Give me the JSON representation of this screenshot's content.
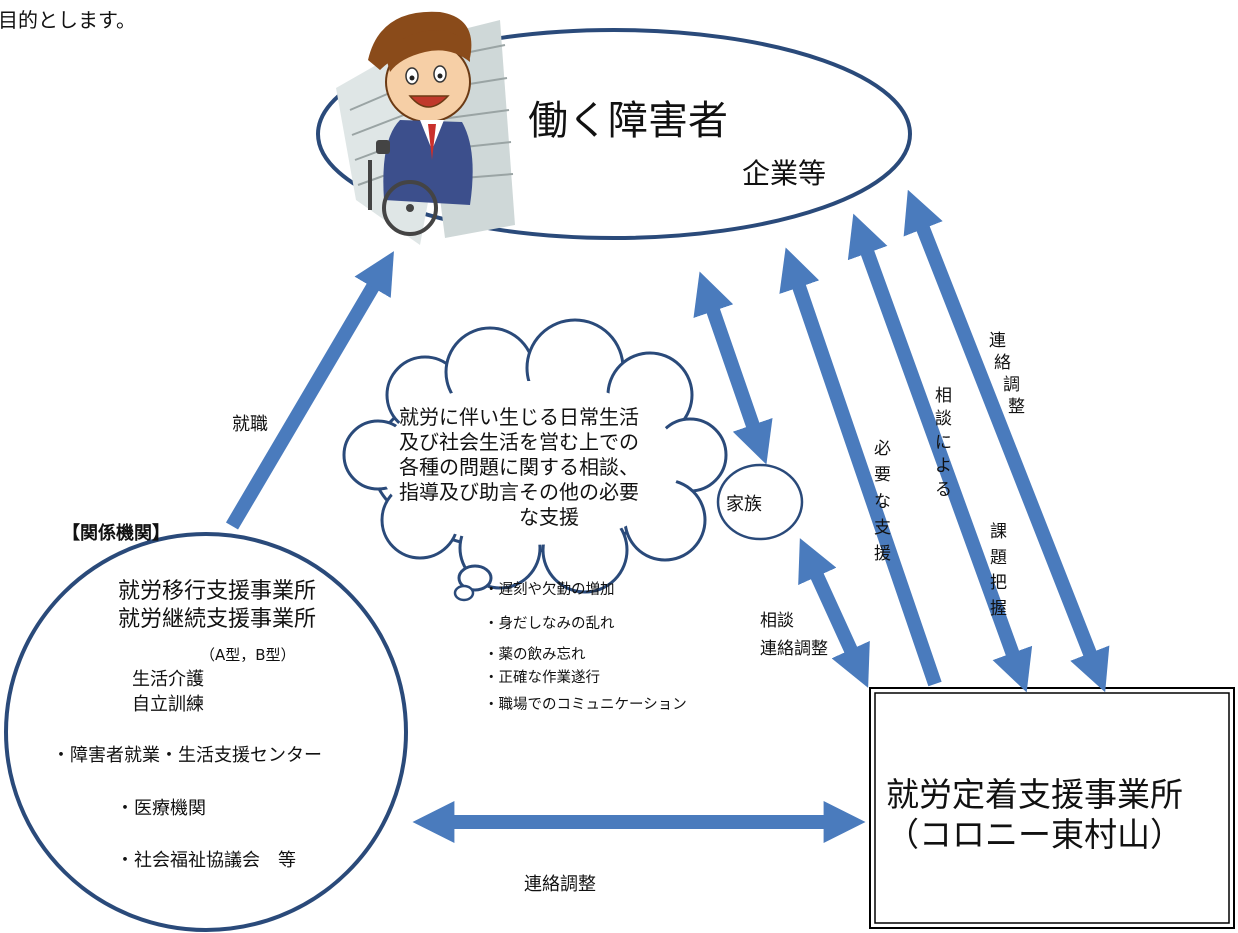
{
  "intro_text": "目的とします。",
  "worker_box": {
    "title": "働く障害者",
    "subtitle": "企業等"
  },
  "employment_label": "就職",
  "institutions": {
    "header": "【関係機関】",
    "items": [
      "就労移行支援事業所",
      "就労継続支援事業所",
      "（A型，B型）",
      "生活介護",
      "自立訓練",
      "・障害者就業・生活支援センター",
      "・医療機関",
      "・社会福祉協議会　等"
    ]
  },
  "support_cloud": {
    "lines": [
      "就労に伴い生じる日常生活",
      "及び社会生活を営む上での",
      "各種の問題に関する相談、",
      "指導及び助言その他の必要",
      "な支援"
    ]
  },
  "issues": [
    "・遅刻や欠勤の増加",
    "・身だしなみの乱れ",
    "・薬の飲み忘れ",
    "・正確な作業遂行",
    "・職場でのコミュニケーション"
  ],
  "family_label": "家族",
  "family_link_label": [
    "相談",
    "連絡調整"
  ],
  "vertical_labels": {
    "necessary_support": [
      "必",
      "要",
      "な",
      "支",
      "援"
    ],
    "issue_grasp": [
      "相",
      "談",
      "に",
      "よ",
      "る",
      "課",
      "題",
      "把",
      "握"
    ],
    "coordination": [
      "連",
      "絡",
      "調",
      "整"
    ]
  },
  "center_box": {
    "name": "就労定着支援事業所",
    "operator": "（コロニー東村山）"
  },
  "bottom_link_label": "連絡調整",
  "colors": {
    "arrow": "#4a7bbd",
    "outline": "#2a4a7a",
    "border": "#000000"
  },
  "icons": {
    "worker": "businessman-wheelchair-illustration"
  }
}
